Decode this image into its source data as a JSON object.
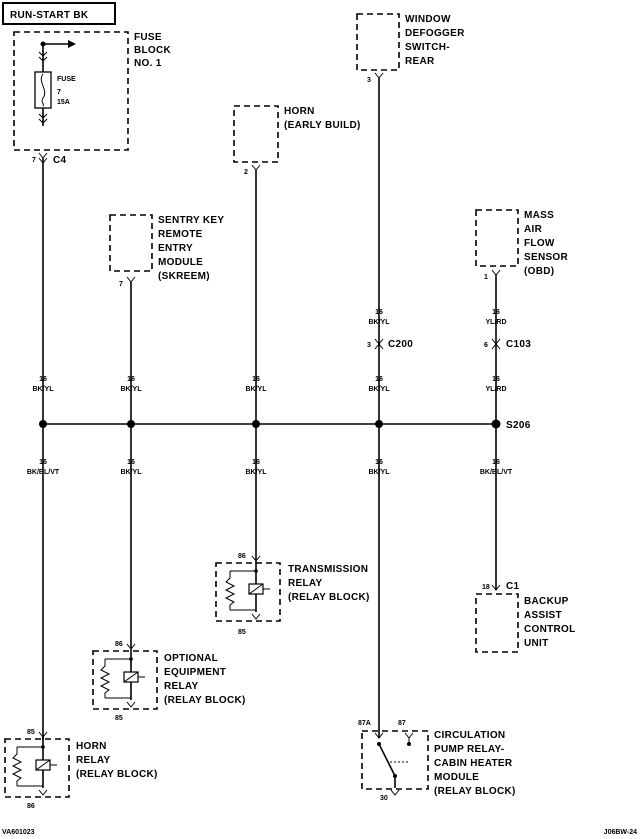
{
  "power": {
    "label": "RUN-START BK"
  },
  "fuse_block": {
    "title_lines": [
      "FUSE",
      "BLOCK",
      "NO. 1"
    ],
    "fuse_lines": [
      "FUSE",
      "7",
      "15A"
    ],
    "pin": "7",
    "connector": "C4"
  },
  "window_defogger": {
    "lines": [
      "WINDOW",
      "DEFOGGER",
      "SWITCH-",
      "REAR"
    ],
    "pin": "3"
  },
  "horn_component": {
    "lines": [
      "HORN",
      "(EARLY BUILD)"
    ],
    "pin": "2"
  },
  "sentry_key": {
    "lines": [
      "SENTRY KEY",
      "REMOTE",
      "ENTRY",
      "MODULE",
      "(SKREEM)"
    ],
    "pin": "7"
  },
  "maf_sensor": {
    "lines": [
      "MASS",
      "AIR",
      "FLOW",
      "SENSOR",
      "(OBD)"
    ],
    "pin": "1"
  },
  "wires": {
    "w16": "16",
    "bkyl": "BK/YL",
    "bkblvt": "BK/BL/VT",
    "ylrd": "YL/RD"
  },
  "connectors": {
    "c200": {
      "name": "C200",
      "pin": "3"
    },
    "c103": {
      "name": "C103",
      "pin": "6"
    }
  },
  "splice": {
    "name": "S206"
  },
  "transmission_relay": {
    "lines": [
      "TRANSMISSION",
      "RELAY",
      "(RELAY BLOCK)"
    ],
    "pin_top": "86",
    "pin_bottom": "85"
  },
  "optional_relay": {
    "lines": [
      "OPTIONAL",
      "EQUIPMENT",
      "RELAY",
      "(RELAY BLOCK)"
    ],
    "pin_top": "86",
    "pin_bottom": "85"
  },
  "horn_relay": {
    "lines": [
      "HORN",
      "RELAY",
      "(RELAY BLOCK)"
    ],
    "pin_top": "85",
    "pin_bottom": "86"
  },
  "backup_assist": {
    "lines": [
      "BACKUP",
      "ASSIST",
      "CONTROL",
      "UNIT"
    ],
    "pin": "18",
    "connector": "C1"
  },
  "circulation_pump": {
    "lines": [
      "CIRCULATION",
      "PUMP RELAY-",
      "CABIN HEATER",
      "MODULE",
      "(RELAY BLOCK)"
    ],
    "pin_87a": "87A",
    "pin_87": "87",
    "pin_30": "30"
  },
  "footer": {
    "left": "VA601023",
    "right": "J06BW-24"
  }
}
